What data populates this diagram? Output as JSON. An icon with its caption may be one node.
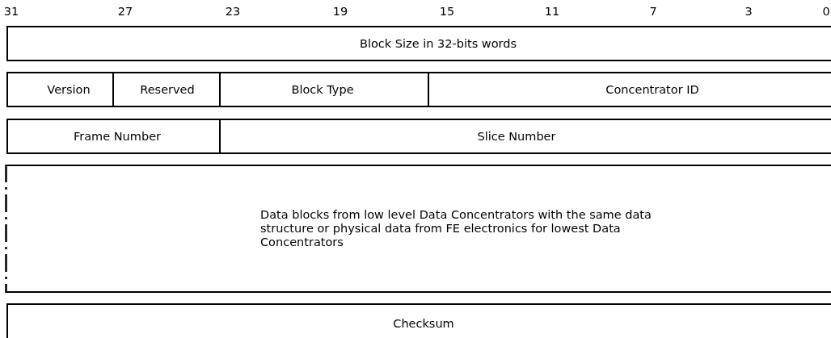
{
  "diagram": {
    "nodes": [
      {
        "text": [
          "Block Size in 32-bits words"
        ]
      },
      {
        "text": [
          "Version"
        ]
      },
      {
        "text": [
          "Reserved"
        ]
      },
      {
        "text": [
          "Block Type"
        ]
      },
      {
        "text": [
          "Concentrator ID"
        ]
      },
      {
        "text": [
          "Frame Number"
        ]
      },
      {
        "text": [
          "Slice Number"
        ]
      },
      {
        "text": [
          "Data blocks from low level Data Concentrators with the same data structure or physical data from FE electronics for lowest Data Concentrators"
        ]
      },
      {
        "text": [
          "Checksum"
        ]
      }
    ],
    "labels": [
      "31",
      "27",
      "23",
      "19",
      "15",
      "11",
      "7",
      "3",
      "0"
    ]
  }
}
